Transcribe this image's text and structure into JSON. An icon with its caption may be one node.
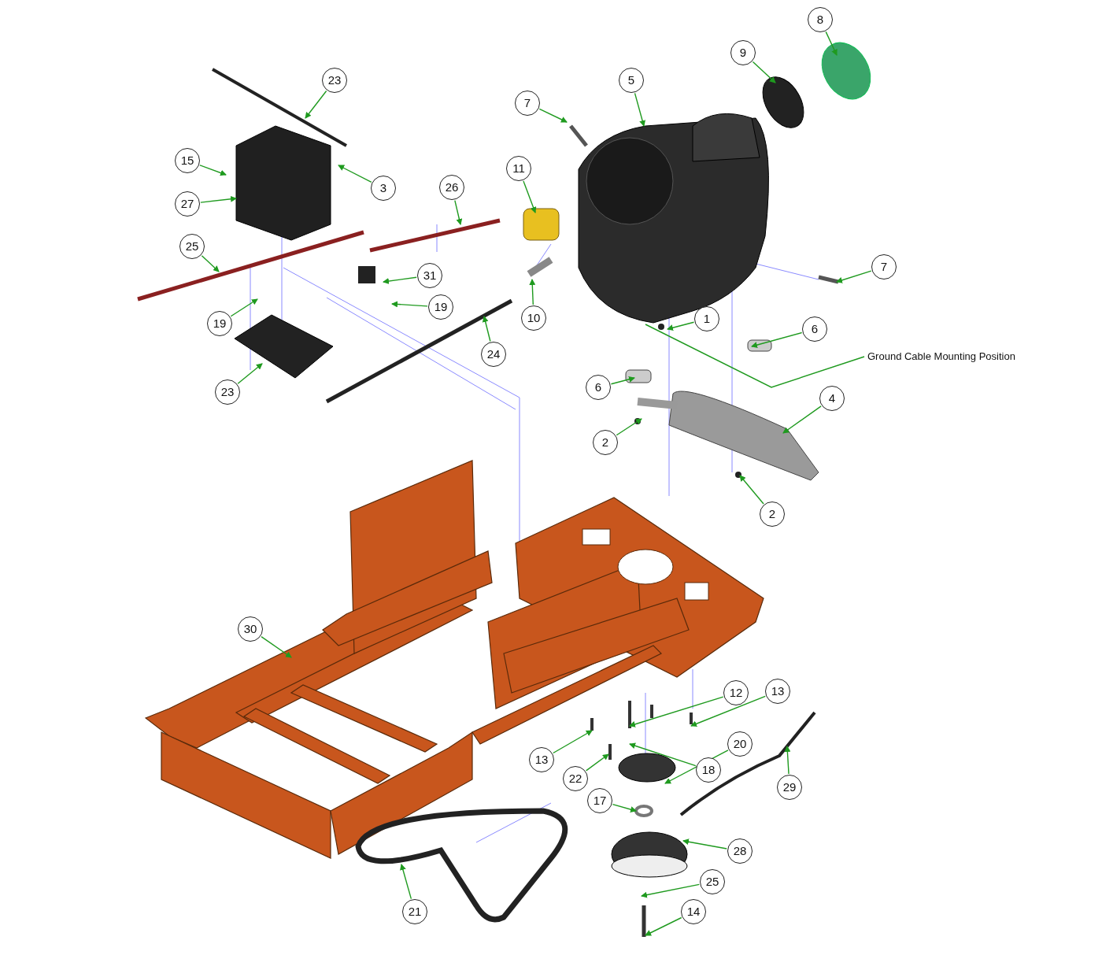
{
  "diagram": {
    "nodes": [
      {
        "text": [
          "8"
        ]
      },
      {
        "text": [
          "9"
        ]
      },
      {
        "text": [
          "23"
        ]
      },
      {
        "text": [
          "5"
        ]
      },
      {
        "text": [
          "7"
        ]
      },
      {
        "text": [
          "15"
        ]
      },
      {
        "text": [
          "11"
        ]
      },
      {
        "text": [
          "3"
        ]
      },
      {
        "text": [
          "26"
        ]
      },
      {
        "text": [
          "27"
        ]
      },
      {
        "text": [
          "25"
        ]
      },
      {
        "text": [
          "7"
        ]
      },
      {
        "text": [
          "31"
        ]
      },
      {
        "text": [
          "19"
        ]
      },
      {
        "text": [
          "10"
        ]
      },
      {
        "text": [
          "19"
        ]
      },
      {
        "text": [
          "1"
        ]
      },
      {
        "text": [
          "6"
        ]
      },
      {
        "text": [
          "24"
        ]
      },
      {
        "text": [
          "Ground Cable Mounting Position"
        ]
      },
      {
        "text": [
          "6"
        ]
      },
      {
        "text": [
          "23"
        ]
      },
      {
        "text": [
          "4"
        ]
      },
      {
        "text": [
          "2"
        ]
      },
      {
        "text": [
          "2"
        ]
      },
      {
        "text": [
          "30"
        ]
      },
      {
        "text": [
          "12"
        ]
      },
      {
        "text": [
          "13"
        ]
      },
      {
        "text": [
          "18"
        ]
      },
      {
        "text": [
          "20"
        ]
      },
      {
        "text": [
          "13"
        ]
      },
      {
        "text": [
          "22"
        ]
      },
      {
        "text": [
          "29"
        ]
      },
      {
        "text": [
          "17"
        ]
      },
      {
        "text": [
          "28"
        ]
      },
      {
        "text": [
          "25"
        ]
      },
      {
        "text": [
          "21"
        ]
      },
      {
        "text": [
          "14"
        ]
      }
    ],
    "edges": [
      {
        "from": 0,
        "to": null,
        "arrow": "to"
      },
      {
        "from": 1,
        "to": null,
        "arrow": "to"
      },
      {
        "from": 2,
        "to": null,
        "arrow": "to"
      },
      {
        "from": 3,
        "to": null,
        "arrow": "to"
      },
      {
        "from": 4,
        "to": null,
        "arrow": "to"
      },
      {
        "from": 5,
        "to": null,
        "arrow": "to"
      },
      {
        "from": 6,
        "to": null,
        "arrow": "to"
      },
      {
        "from": 7,
        "to": null,
        "arrow": "to"
      },
      {
        "from": 8,
        "to": null,
        "arrow": "to"
      },
      {
        "from": 9,
        "to": null,
        "arrow": "to"
      },
      {
        "from": 10,
        "to": null,
        "arrow": "to"
      },
      {
        "from": 11,
        "to": null,
        "arrow": "to"
      },
      {
        "from": 12,
        "to": null,
        "arrow": "to"
      },
      {
        "from": 13,
        "to": null,
        "arrow": "to"
      },
      {
        "from": 14,
        "to": null,
        "arrow": "to"
      },
      {
        "from": 15,
        "to": null,
        "arrow": "to"
      },
      {
        "from": 16,
        "to": null,
        "arrow": "to"
      },
      {
        "from": 17,
        "to": null,
        "arrow": "to"
      },
      {
        "from": 18,
        "to": null,
        "arrow": "to"
      },
      {
        "from": 19,
        "to": null,
        "arrow": "none"
      },
      {
        "from": 20,
        "to": null,
        "arrow": "to"
      },
      {
        "from": 21,
        "to": null,
        "arrow": "to"
      },
      {
        "from": 22,
        "to": null,
        "arrow": "to"
      },
      {
        "from": 23,
        "to": null,
        "arrow": "to"
      },
      {
        "from": 24,
        "to": null,
        "arrow": "to"
      },
      {
        "from": 25,
        "to": null,
        "arrow": "to"
      },
      {
        "from": 26,
        "to": null,
        "arrow": "to"
      },
      {
        "from": 27,
        "to": null,
        "arrow": "to"
      },
      {
        "from": 28,
        "to": null,
        "arrow": "to"
      },
      {
        "from": 29,
        "to": null,
        "arrow": "to"
      },
      {
        "from": 30,
        "to": null,
        "arrow": "to"
      },
      {
        "from": 31,
        "to": null,
        "arrow": "to"
      },
      {
        "from": 32,
        "to": null,
        "arrow": "to"
      },
      {
        "from": 33,
        "to": null,
        "arrow": "to"
      },
      {
        "from": 34,
        "to": null,
        "arrow": "to"
      },
      {
        "from": 35,
        "to": null,
        "arrow": "to"
      },
      {
        "from": 36,
        "to": null,
        "arrow": "to"
      },
      {
        "from": 37,
        "to": null,
        "arrow": "to"
      }
    ]
  }
}
